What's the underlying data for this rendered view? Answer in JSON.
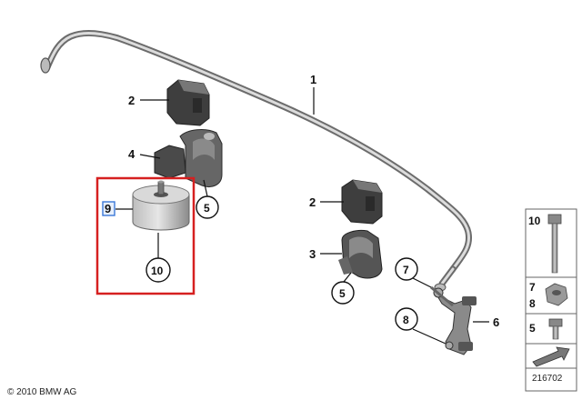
{
  "labels": {
    "stabilizer_bar": "1",
    "bushing_top": "2",
    "bushing_right": "2",
    "bracket_right": "3",
    "bracket_left": "4",
    "clamp_left": "5",
    "clamp_right": "5",
    "link": "6",
    "nut_callout": "7",
    "bolt_callout": "8",
    "stop_shaft": "9",
    "stop_rubber": "10"
  },
  "legend": {
    "bolt": "10",
    "nut_top": "7",
    "nut_bottom": "8",
    "screw": "5"
  },
  "footer": {
    "copyright": "© 2010 BMW AG",
    "diagram_number": "216702"
  },
  "colors": {
    "highlight_box": "#d62020",
    "selected_label": "#3a78d8",
    "part_dark": "#3c3c3c",
    "part_mid": "#8c8c8c",
    "part_light": "#c8c8c8"
  }
}
